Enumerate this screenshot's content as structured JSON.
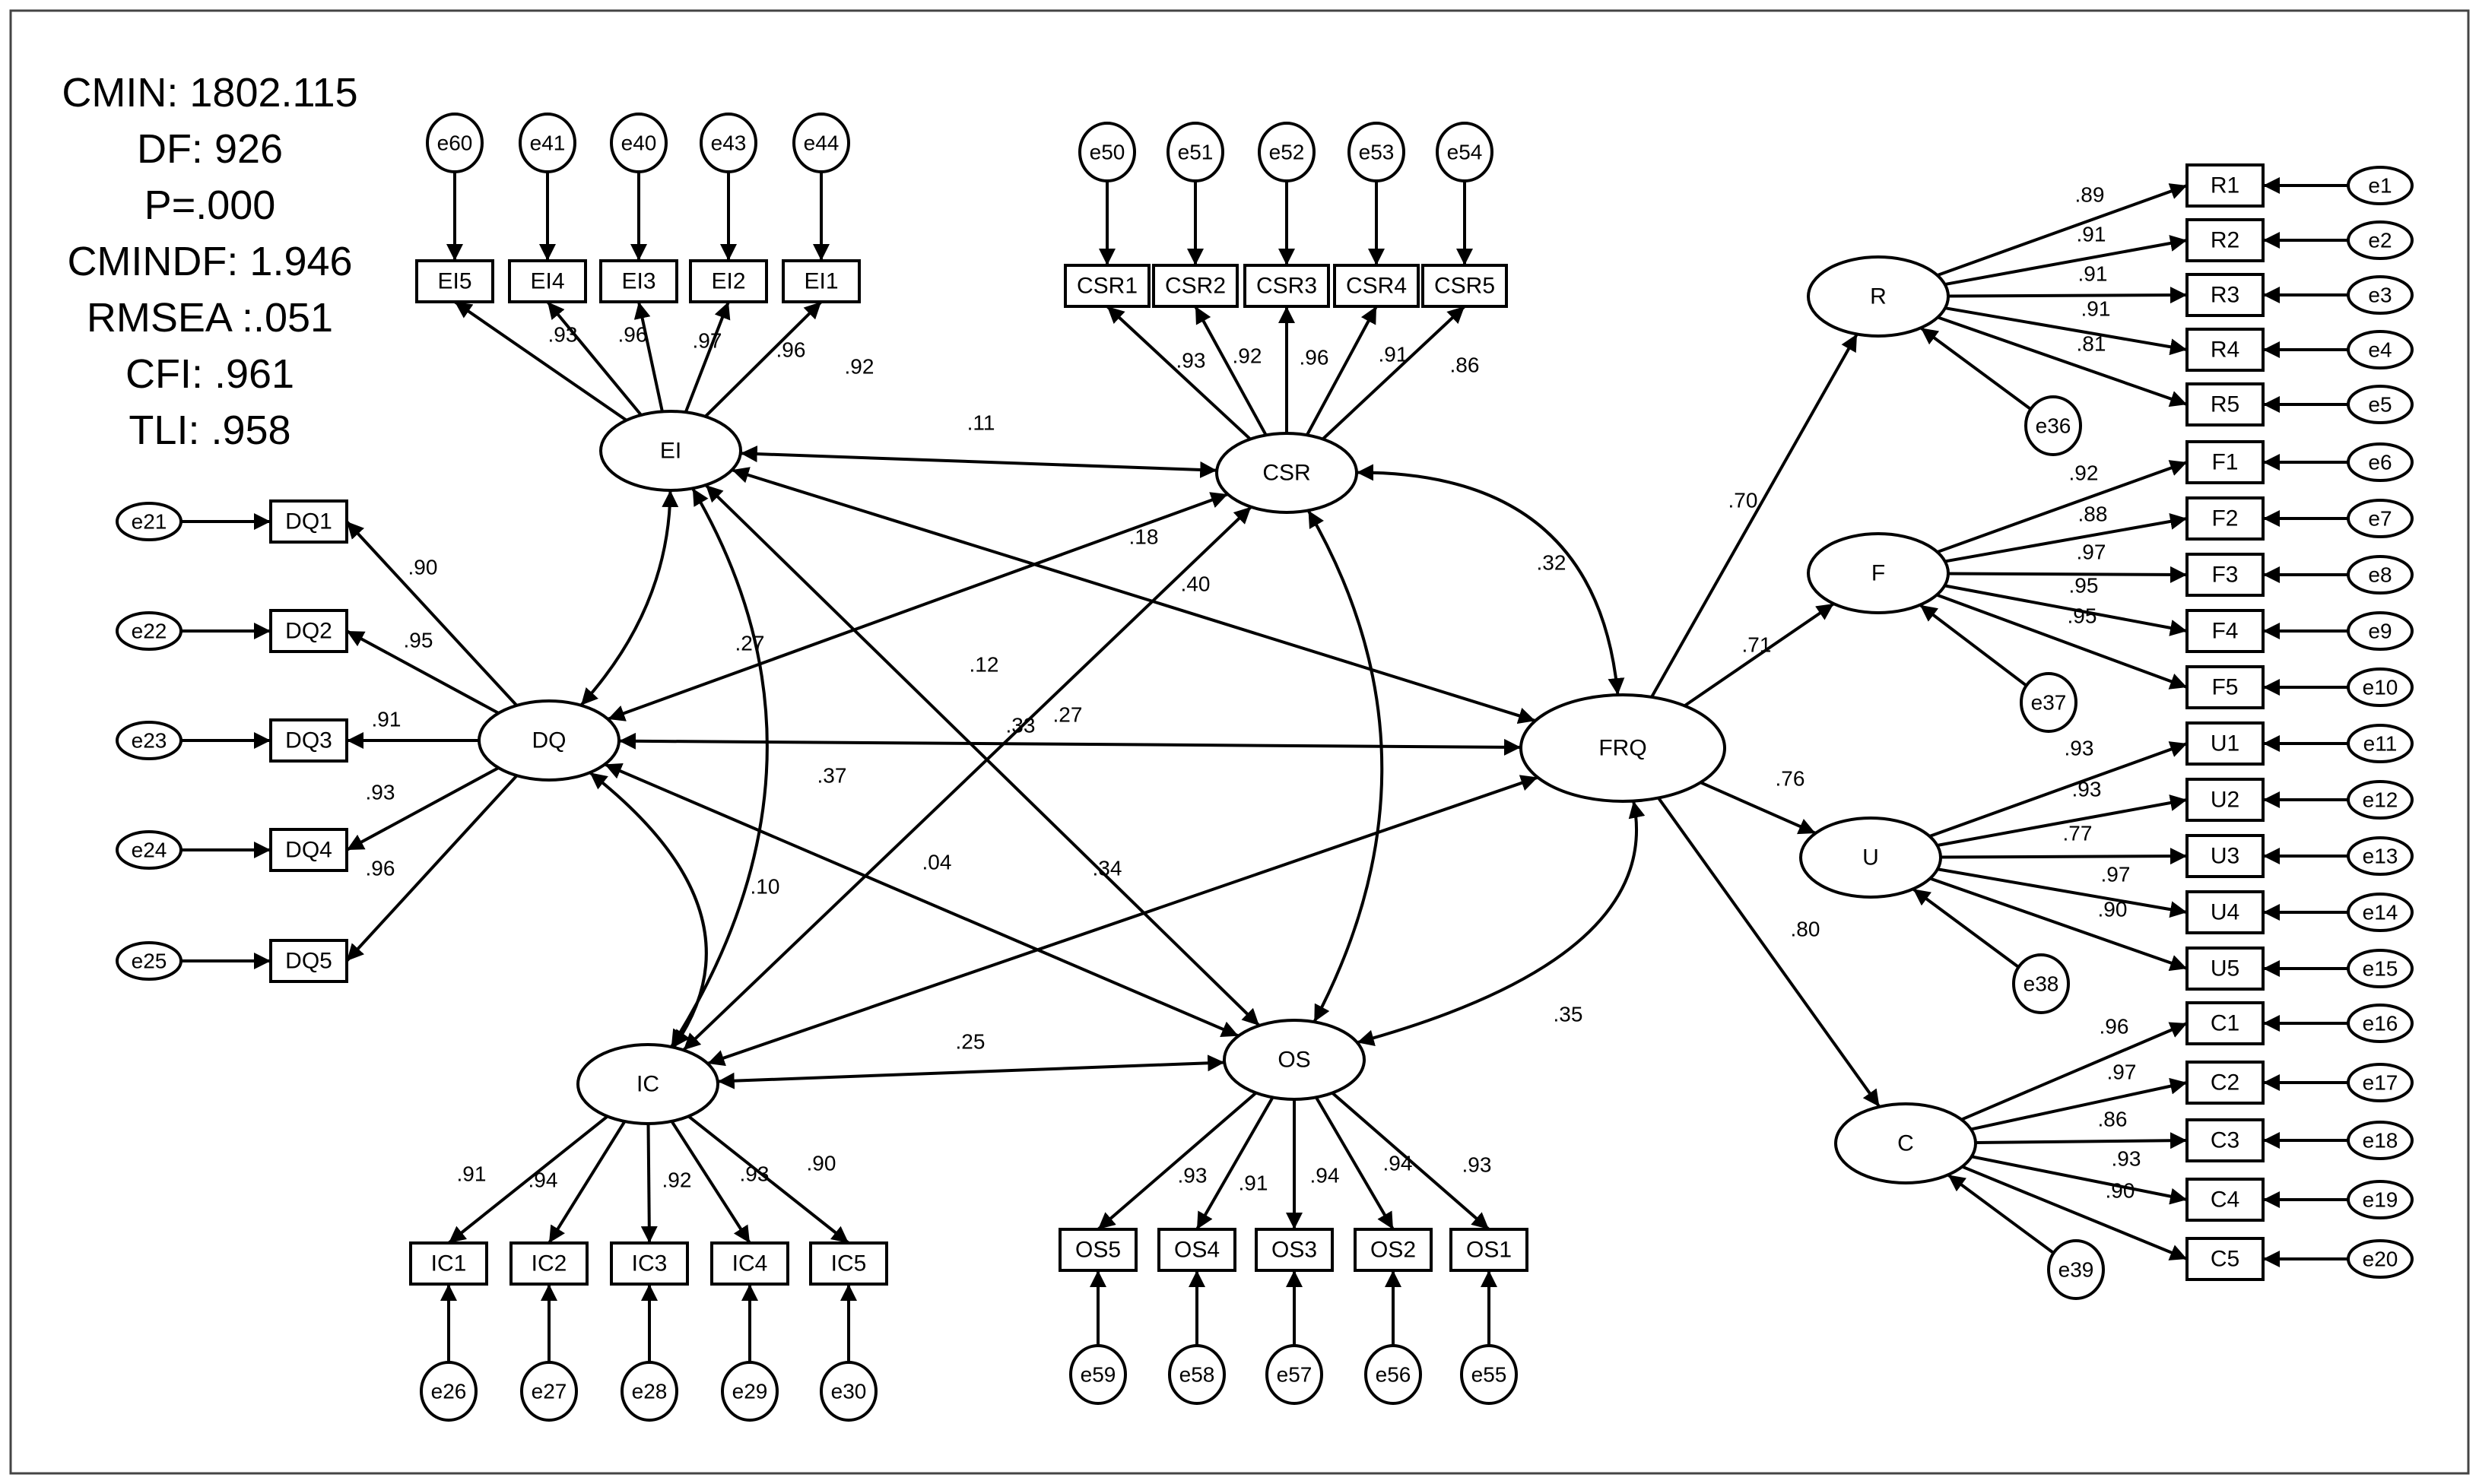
{
  "fit_stats": [
    "CMIN: 1802.115",
    "DF: 926",
    "P=.000",
    "CMINDF: 1.946",
    "RMSEA :.051",
    "CFI: .961",
    "TLI: .958"
  ],
  "latents": [
    {
      "id": "EI",
      "label": "EI"
    },
    {
      "id": "CSR",
      "label": "CSR"
    },
    {
      "id": "DQ",
      "label": "DQ"
    },
    {
      "id": "FRQ",
      "label": "FRQ"
    },
    {
      "id": "IC",
      "label": "IC"
    },
    {
      "id": "OS",
      "label": "OS"
    },
    {
      "id": "R",
      "label": "R"
    },
    {
      "id": "F",
      "label": "F"
    },
    {
      "id": "U",
      "label": "U"
    },
    {
      "id": "C",
      "label": "C"
    }
  ],
  "indicators": [
    {
      "label": "EI5",
      "error": "e60",
      "loading": ".93"
    },
    {
      "label": "EI4",
      "error": "e41",
      "loading": ".96"
    },
    {
      "label": "EI3",
      "error": "e40",
      "loading": ".97"
    },
    {
      "label": "EI2",
      "error": "e43",
      "loading": ".96"
    },
    {
      "label": "EI1",
      "error": "e44",
      "loading": ".92"
    },
    {
      "label": "CSR1",
      "error": "e50",
      "loading": ".93"
    },
    {
      "label": "CSR2",
      "error": "e51",
      "loading": ".92"
    },
    {
      "label": "CSR3",
      "error": "e52",
      "loading": ".96"
    },
    {
      "label": "CSR4",
      "error": "e53",
      "loading": ".91"
    },
    {
      "label": "CSR5",
      "error": "e54",
      "loading": ".86"
    },
    {
      "label": "DQ1",
      "error": "e21",
      "loading": ".90"
    },
    {
      "label": "DQ2",
      "error": "e22",
      "loading": ".95"
    },
    {
      "label": "DQ3",
      "error": "e23",
      "loading": ".91"
    },
    {
      "label": "DQ4",
      "error": "e24",
      "loading": ".93"
    },
    {
      "label": "DQ5",
      "error": "e25",
      "loading": ".96"
    },
    {
      "label": "IC1",
      "error": "e26",
      "loading": ".91"
    },
    {
      "label": "IC2",
      "error": "e27",
      "loading": ".94"
    },
    {
      "label": "IC3",
      "error": "e28",
      "loading": ".92"
    },
    {
      "label": "IC4",
      "error": "e29",
      "loading": ".93"
    },
    {
      "label": "IC5",
      "error": "e30",
      "loading": ".90"
    },
    {
      "label": "OS5",
      "error": "e59",
      "loading": ".93"
    },
    {
      "label": "OS4",
      "error": "e58",
      "loading": ".91"
    },
    {
      "label": "OS3",
      "error": "e57",
      "loading": ".94"
    },
    {
      "label": "OS2",
      "error": "e56",
      "loading": ".94"
    },
    {
      "label": "OS1",
      "error": "e55",
      "loading": ".93"
    },
    {
      "label": "R1",
      "error": "e1",
      "loading": ".89"
    },
    {
      "label": "R2",
      "error": "e2",
      "loading": ".91"
    },
    {
      "label": "R3",
      "error": "e3",
      "loading": ".91"
    },
    {
      "label": "R4",
      "error": "e4",
      "loading": ".91"
    },
    {
      "label": "R5",
      "error": "e5",
      "loading": ".81"
    },
    {
      "label": "F1",
      "error": "e6",
      "loading": ".92"
    },
    {
      "label": "F2",
      "error": "e7",
      "loading": ".88"
    },
    {
      "label": "F3",
      "error": "e8",
      "loading": ".97"
    },
    {
      "label": "F4",
      "error": "e9",
      "loading": ".95"
    },
    {
      "label": "F5",
      "error": "e10",
      "loading": ".95"
    },
    {
      "label": "U1",
      "error": "e11",
      "loading": ".93"
    },
    {
      "label": "U2",
      "error": "e12",
      "loading": ".93"
    },
    {
      "label": "U3",
      "error": "e13",
      "loading": ".77"
    },
    {
      "label": "U4",
      "error": "e14",
      "loading": ".97"
    },
    {
      "label": "U5",
      "error": "e15",
      "loading": ".90"
    },
    {
      "label": "C1",
      "error": "e16",
      "loading": ".96"
    },
    {
      "label": "C2",
      "error": "e17",
      "loading": ".97"
    },
    {
      "label": "C3",
      "error": "e18",
      "loading": ".86"
    },
    {
      "label": "C4",
      "error": "e19",
      "loading": ".93"
    },
    {
      "label": "C5",
      "error": "e20",
      "loading": ".90"
    }
  ],
  "second_order": [
    {
      "factor": "R",
      "error": "e36",
      "loading": ".70"
    },
    {
      "factor": "F",
      "error": "e37",
      "loading": ".71"
    },
    {
      "factor": "U",
      "error": "e38",
      "loading": ".76"
    },
    {
      "factor": "C",
      "error": "e39",
      "loading": ".80"
    }
  ],
  "correlations": [
    {
      "from": "EI",
      "to": "CSR",
      "value": ".11"
    },
    {
      "from": "CSR",
      "to": "FRQ",
      "value": ".32"
    },
    {
      "from": "IC",
      "to": "CSR",
      "value": ".18"
    },
    {
      "from": "EI",
      "to": "FRQ",
      "value": ".40"
    },
    {
      "from": "EI",
      "to": "DQ",
      "value": ".27"
    },
    {
      "from": "DQ",
      "to": "CSR",
      "value": ".12"
    },
    {
      "from": "DQ",
      "to": "FRQ",
      "value": ".27"
    },
    {
      "from": "IC",
      "to": "FRQ",
      "value": ".33"
    },
    {
      "from": "EI",
      "to": "IC",
      "value": ".37"
    },
    {
      "from": "DQ",
      "to": "IC",
      "value": ".10"
    },
    {
      "from": "DQ",
      "to": "OS",
      "value": ".04"
    },
    {
      "from": "EI",
      "to": "OS",
      "value": ".34"
    },
    {
      "from": "IC",
      "to": "OS",
      "value": ".25"
    },
    {
      "from": "OS",
      "to": "FRQ",
      "value": ".35"
    },
    {
      "from": "CSR",
      "to": "OS",
      "value": ""
    }
  ]
}
